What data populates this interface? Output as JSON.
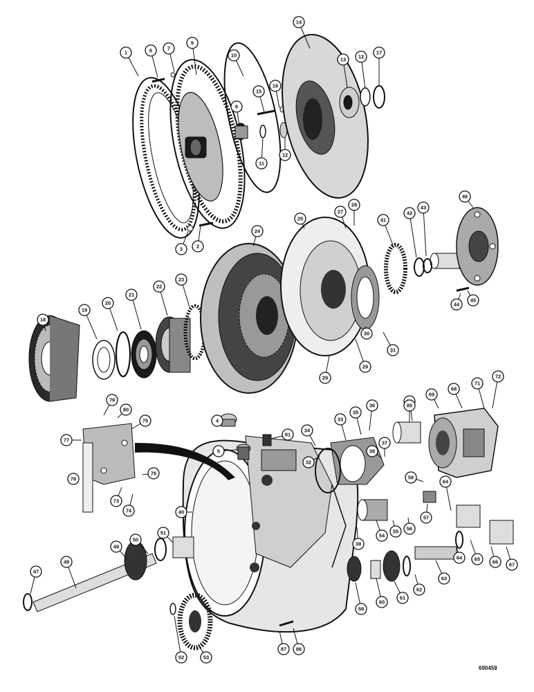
{
  "figure": {
    "catalog_number": "690458"
  },
  "callouts": [
    {
      "id": "c1",
      "label": "1"
    },
    {
      "id": "c2",
      "label": "2"
    },
    {
      "id": "c3",
      "label": "3"
    },
    {
      "id": "c4",
      "label": "4"
    },
    {
      "id": "c5",
      "label": "5"
    },
    {
      "id": "c6",
      "label": "6"
    },
    {
      "id": "c7",
      "label": "7"
    },
    {
      "id": "c8",
      "label": "8"
    },
    {
      "id": "c9",
      "label": "9"
    },
    {
      "id": "c10",
      "label": "10"
    },
    {
      "id": "c11",
      "label": "11"
    },
    {
      "id": "c12a",
      "label": "12"
    },
    {
      "id": "c12b",
      "label": "12"
    },
    {
      "id": "c13",
      "label": "13"
    },
    {
      "id": "c14",
      "label": "14"
    },
    {
      "id": "c15",
      "label": "15"
    },
    {
      "id": "c16",
      "label": "16"
    },
    {
      "id": "c17",
      "label": "17"
    },
    {
      "id": "c18",
      "label": "18"
    },
    {
      "id": "c19",
      "label": "19"
    },
    {
      "id": "c20",
      "label": "20"
    },
    {
      "id": "c21",
      "label": "21"
    },
    {
      "id": "c22",
      "label": "22"
    },
    {
      "id": "c23",
      "label": "23"
    },
    {
      "id": "c24",
      "label": "24"
    },
    {
      "id": "c25",
      "label": "25"
    },
    {
      "id": "c27",
      "label": "27"
    },
    {
      "id": "c28",
      "label": "28"
    },
    {
      "id": "c29a",
      "label": "29"
    },
    {
      "id": "c29b",
      "label": "29"
    },
    {
      "id": "c30",
      "label": "30"
    },
    {
      "id": "c31",
      "label": "31"
    },
    {
      "id": "c32",
      "label": "32"
    },
    {
      "id": "c33",
      "label": "33"
    },
    {
      "id": "c34",
      "label": "34"
    },
    {
      "id": "c35",
      "label": "35"
    },
    {
      "id": "c36",
      "label": "36"
    },
    {
      "id": "c37",
      "label": "37"
    },
    {
      "id": "c38",
      "label": "38"
    },
    {
      "id": "c39",
      "label": "39"
    },
    {
      "id": "c40",
      "label": "40"
    },
    {
      "id": "c41",
      "label": "41"
    },
    {
      "id": "c42",
      "label": "42"
    },
    {
      "id": "c43",
      "label": "43"
    },
    {
      "id": "c44",
      "label": "44"
    },
    {
      "id": "c45",
      "label": "45"
    },
    {
      "id": "c46",
      "label": "46"
    },
    {
      "id": "c47",
      "label": "47"
    },
    {
      "id": "c48",
      "label": "48"
    },
    {
      "id": "c49",
      "label": "49"
    },
    {
      "id": "c50",
      "label": "50"
    },
    {
      "id": "c51",
      "label": "51"
    },
    {
      "id": "c52",
      "label": "52"
    },
    {
      "id": "c53",
      "label": "53"
    },
    {
      "id": "c54",
      "label": "54"
    },
    {
      "id": "c55",
      "label": "55"
    },
    {
      "id": "c56",
      "label": "56"
    },
    {
      "id": "c57",
      "label": "57"
    },
    {
      "id": "c58",
      "label": "58"
    },
    {
      "id": "c59",
      "label": "59"
    },
    {
      "id": "c60",
      "label": "60"
    },
    {
      "id": "c61",
      "label": "61"
    },
    {
      "id": "c62",
      "label": "62"
    },
    {
      "id": "c63",
      "label": "63"
    },
    {
      "id": "c64a",
      "label": "64"
    },
    {
      "id": "c64b",
      "label": "64"
    },
    {
      "id": "c65",
      "label": "65"
    },
    {
      "id": "c66",
      "label": "66"
    },
    {
      "id": "c67",
      "label": "67"
    },
    {
      "id": "c68",
      "label": "68"
    },
    {
      "id": "c69",
      "label": "69"
    },
    {
      "id": "c70",
      "label": "70"
    },
    {
      "id": "c71",
      "label": "71"
    },
    {
      "id": "c72",
      "label": "72"
    },
    {
      "id": "c73",
      "label": "73"
    },
    {
      "id": "c74",
      "label": "74"
    },
    {
      "id": "c75",
      "label": "75"
    },
    {
      "id": "c76",
      "label": "76"
    },
    {
      "id": "c77",
      "label": "77"
    },
    {
      "id": "c78",
      "label": "78"
    },
    {
      "id": "c79",
      "label": "79"
    },
    {
      "id": "c80",
      "label": "80"
    },
    {
      "id": "c81",
      "label": "81"
    },
    {
      "id": "c85",
      "label": "85"
    },
    {
      "id": "c86",
      "label": "86"
    },
    {
      "id": "c87",
      "label": "87"
    }
  ]
}
